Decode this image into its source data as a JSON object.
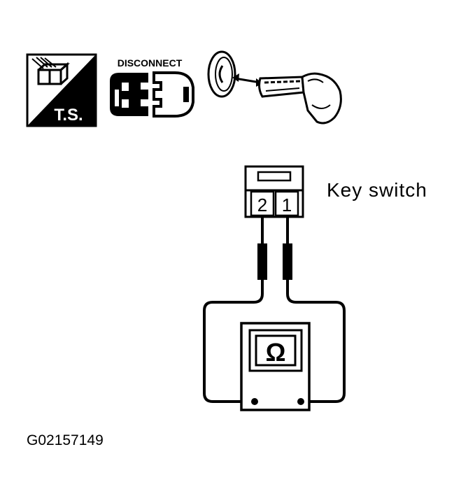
{
  "icons": {
    "ts_label": "T.S.",
    "disconnect_label": "DISCONNECT"
  },
  "connector": {
    "pin_left": "2",
    "pin_right": "1",
    "label": "Key switch"
  },
  "meter": {
    "symbol": "Ω"
  },
  "figure_id": "G02157149",
  "colors": {
    "ink": "#000000",
    "paper": "#ffffff"
  }
}
